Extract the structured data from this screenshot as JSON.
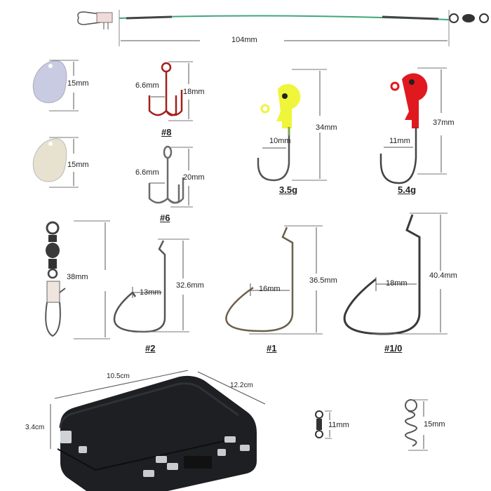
{
  "leader": {
    "length_label": "104mm",
    "line_color": "#3fa77a"
  },
  "spinner_blades": [
    {
      "length_label": "15mm",
      "finish": "silver",
      "color": "#c9cbe3"
    },
    {
      "length_label": "15mm",
      "finish": "gold",
      "color": "#e7e1cf"
    }
  ],
  "treble_hooks": [
    {
      "size_label": "#8",
      "gap_label": "6.6mm",
      "length_label": "18mm",
      "color": "#a3201b"
    },
    {
      "size_label": "#6",
      "gap_label": "6.6mm",
      "length_label": "20mm",
      "color": "#6b6b6b"
    }
  ],
  "jig_heads": [
    {
      "weight_label": "3.5g",
      "gap_label": "10mm",
      "length_label": "34mm",
      "color": "#eef53a"
    },
    {
      "weight_label": "5.4g",
      "gap_label": "11mm",
      "length_label": "37mm",
      "color": "#e0191f"
    }
  ],
  "snap_swivel": {
    "length_label": "38mm"
  },
  "offset_hooks": [
    {
      "size_label": "#2",
      "gap_label": "13mm",
      "length_label": "32.6mm"
    },
    {
      "size_label": "#1",
      "gap_label": "16mm",
      "length_label": "36.5mm"
    },
    {
      "size_label": "#1/0",
      "gap_label": "18mm",
      "length_label": "40.4mm"
    }
  ],
  "tackle_box": {
    "width_label": "10.5cm",
    "depth_label": "12.2cm",
    "height_label": "3.4cm",
    "color": "#1d1f22"
  },
  "barrel_swivel": {
    "length_label": "11mm"
  },
  "bait_spring": {
    "length_label": "15mm"
  }
}
